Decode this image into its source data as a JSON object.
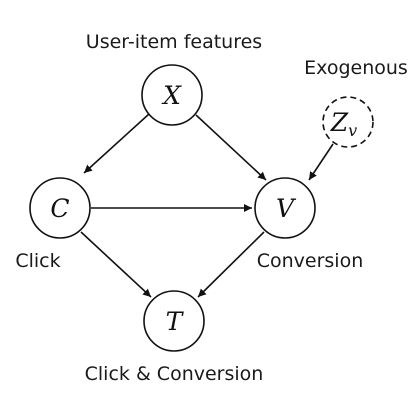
{
  "diagram": {
    "nodes": {
      "X": {
        "symbol": "X",
        "label": "User-item features",
        "dashed": false
      },
      "C": {
        "symbol": "C",
        "label": "Click",
        "dashed": false
      },
      "V": {
        "symbol": "V",
        "label": "Conversion",
        "dashed": false
      },
      "T": {
        "symbol": "T",
        "label": "Click & Conversion",
        "dashed": false
      },
      "Zv": {
        "symbol": "Z",
        "subscript": "v",
        "label": "Exogenous",
        "dashed": true
      }
    },
    "edges": [
      {
        "from": "X",
        "to": "C"
      },
      {
        "from": "X",
        "to": "V"
      },
      {
        "from": "C",
        "to": "V"
      },
      {
        "from": "C",
        "to": "T"
      },
      {
        "from": "V",
        "to": "T"
      },
      {
        "from": "Zv",
        "to": "V"
      }
    ],
    "colors": {
      "stroke": "#111111",
      "fill": "#ffffff"
    }
  }
}
